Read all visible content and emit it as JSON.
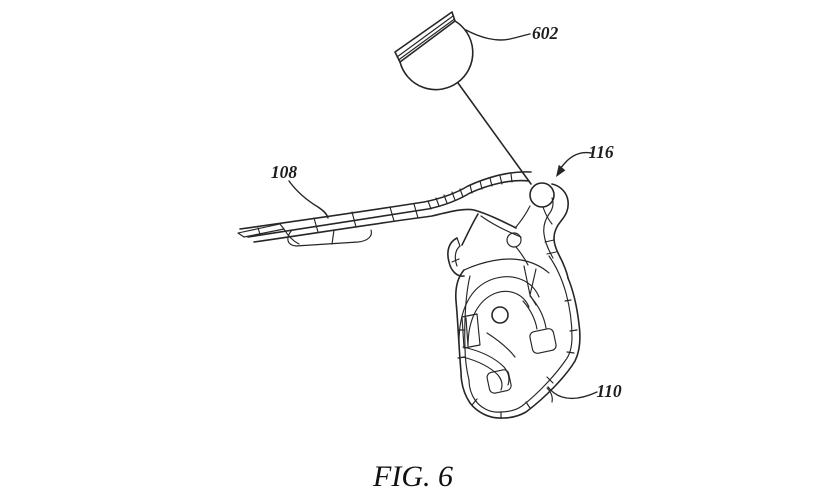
{
  "page": {
    "background_color": "#ffffff",
    "ink_color": "#262626"
  },
  "figure": {
    "caption": "FIG. 6",
    "reference_labels": {
      "pad": "602",
      "arm": "108",
      "pivot": "116",
      "bracket": "110"
    }
  }
}
